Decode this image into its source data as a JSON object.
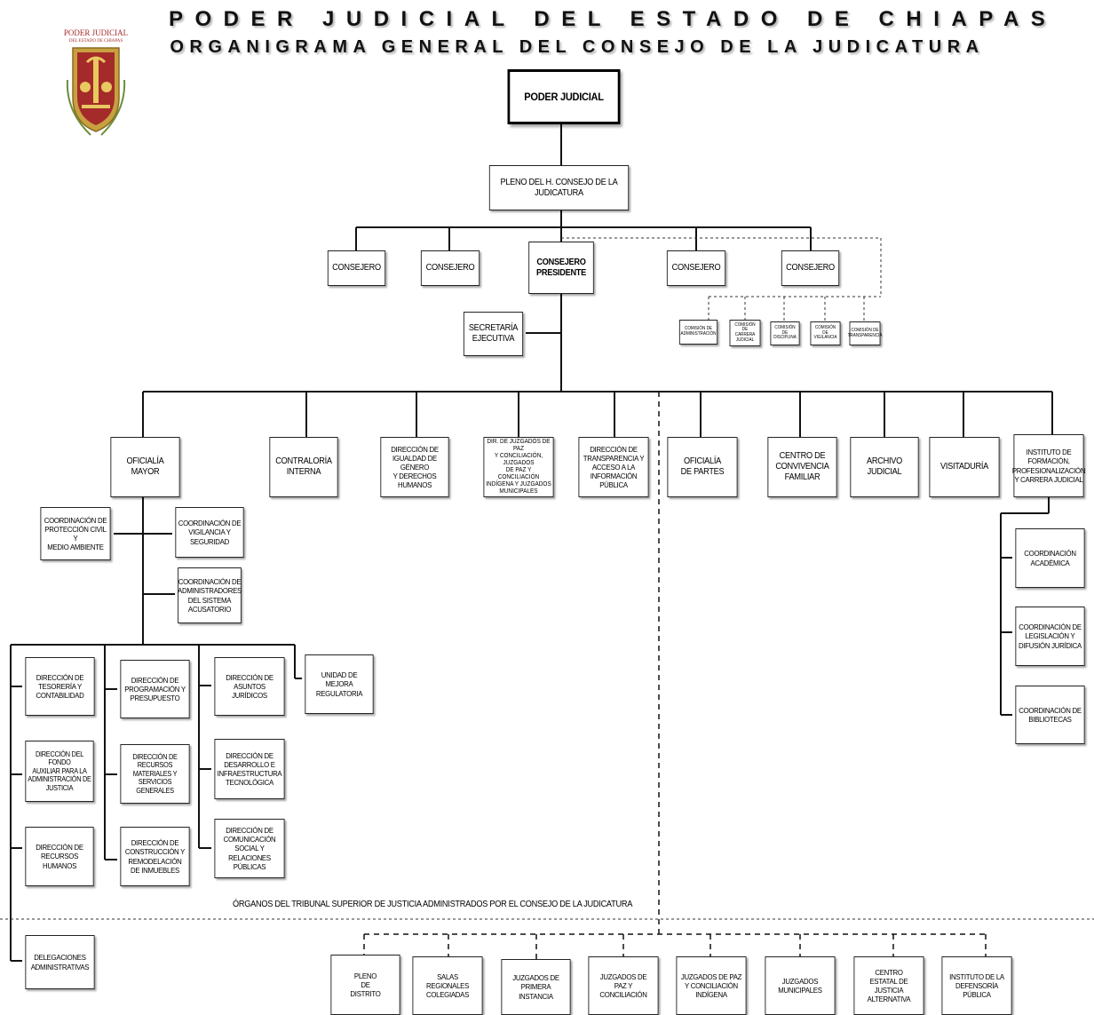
{
  "header": {
    "title_line1": "PODER JUDICIAL DEL ESTADO DE CHIAPAS",
    "title_line2": "ORGANIGRAMA GENERAL DEL CONSEJO DE LA JUDICATURA"
  },
  "logo": {
    "text_line1": "PODER JUDICIAL",
    "text_line2": "DEL ESTADO DE CHIAPAS",
    "colors": {
      "red": "#a52a2a",
      "gold": "#c8a040"
    }
  },
  "nodes": {
    "poder_judicial": "PODER JUDICIAL",
    "pleno": "PLENO DEL H. CONSEJO DE LA\nJUDICATURA",
    "consejero_1": "CONSEJERO",
    "consejero_2": "CONSEJERO",
    "consejero_presidente": "CONSEJERO\nPRESIDENTE",
    "consejero_3": "CONSEJERO",
    "consejero_4": "CONSEJERO",
    "comision_admin": "COMISIÓN DE\nADMINISTRACIÓN",
    "comision_carrera": "COMISIÓN DE\nCARRERA\nJUDICIAL",
    "comision_disciplina": "COMISIÓN DE\nDISCIPLINA",
    "comision_vigilancia": "COMISIÓN DE\nVIGILANCIA",
    "comision_transparencia": "COMISIÓN DE\nTRANSPARENCIA",
    "secretaria": "SECRETARÍA\nEJECUTIVA",
    "oficialia_mayor": "OFICIALÍA\nMAYOR",
    "contraloria": "CONTRALORÍA\nINTERNA",
    "igualdad_genero": "DIRECCIÓN DE\nIGUALDAD DE GÉNERO\nY DERECHOS\nHUMANOS",
    "juzgados_paz_dir": "DIR. DE JUZGADOS DE PAZ\nY CONCILIACIÓN, JUZGADOS\nDE PAZ Y CONCILIACIÓN\nINDÍGENA Y JUZGADOS\nMUNICIPALES",
    "transparencia": "DIRECCIÓN DE\nTRANSPARENCIA Y\nACCESO A LA\nINFORMACIÓN PÚBLICA",
    "oficialia_partes": "OFICIALÍA\nDE PARTES",
    "convivencia": "CENTRO DE\nCONVIVENCIA\nFAMILIAR",
    "archivo": "ARCHIVO\nJUDICIAL",
    "visitaduria": "VISITADURÍA",
    "instituto_formacion": "INSTITUTO DE\nFORMACIÓN,\nPROFESIONALIZACIÓN\nY CARRERA JUDICIAL",
    "coord_proteccion": "COORDINACIÓN DE\nPROTECCIÓN CIVIL Y\nMEDIO AMBIENTE",
    "coord_vigilancia": "COORDINACIÓN DE\nVIGILANCIA Y\nSEGURIDAD",
    "coord_administradores": "COORDINACIÓN DE\nADMINISTRADORES\nDEL SISTEMA\nACUSATORIO",
    "dir_tesoreria": "DIRECCIÓN DE\nTESORERÍA Y\nCONTABILIDAD",
    "dir_fondo": "DIRECCIÓN DEL FONDO\nAUXILIAR PARA LA\nADMINISTRACIÓN DE\nJUSTICIA",
    "dir_rh": "DIRECCIÓN DE\nRECURSOS\nHUMANOS",
    "dir_programacion": "DIRECCIÓN DE\nPROGRAMACIÓN Y\nPRESUPUESTO",
    "dir_materiales": "DIRECCIÓN DE\nRECURSOS\nMATERIALES Y\nSERVICIOS GENERALES",
    "dir_construccion": "DIRECCIÓN DE\nCONSTRUCCIÓN Y\nREMODELACIÓN\nDE INMUEBLES",
    "dir_juridicos": "DIRECCIÓN DE\nASUNTOS JURÍDICOS",
    "dir_infraestructura": "DIRECCIÓN DE\nDESARROLLO E\nINFRAESTRUCTURA\nTECNOLÓGICA",
    "dir_comunicacion": "DIRECCIÓN DE\nCOMUNICACIÓN\nSOCIAL Y RELACIONES\nPÚBLICAS",
    "unidad_mejora": "UNIDAD DE MEJORA\nREGULATORIA",
    "delegaciones": "DELEGACIONES\nADMINISTRATIVAS",
    "coord_academica": "COORDINACIÓN\nACADÉMICA",
    "coord_legislacion": "COORDINACIÓN DE\nLEGISLACIÓN Y\nDIFUSIÓN JURÍDICA",
    "coord_bibliotecas": "COORDINACIÓN DE\nBIBLIOTECAS",
    "pleno_distrito": "PLENO\nDE\nDISTRITO",
    "salas_regionales": "SALAS\nREGIONALES\nCOLEGIADAS",
    "juzgados_primera": "JUZGADOS DE\nPRIMERA\nINSTANCIA",
    "juzgados_paz": "JUZGADOS DE\nPAZ Y\nCONCILIACIÓN",
    "juzgados_paz_indigena": "JUZGADOS DE PAZ\nY CONCILIACIÓN\nINDÍGENA",
    "juzgados_municipales": "JUZGADOS\nMUNICIPALES",
    "centro_justicia": "CENTRO\nESTATAL DE JUSTICIA\nALTERNATIVA",
    "instituto_defensoria": "INSTITUTO DE LA\nDEFENSORÍA\nPÚBLICA"
  },
  "dotted_label": "ÓRGANOS DEL TRIBUNAL SUPERIOR DE JUSTICIA ADMINISTRADOS POR EL CONSEJO DE LA JUDICATURA"
}
